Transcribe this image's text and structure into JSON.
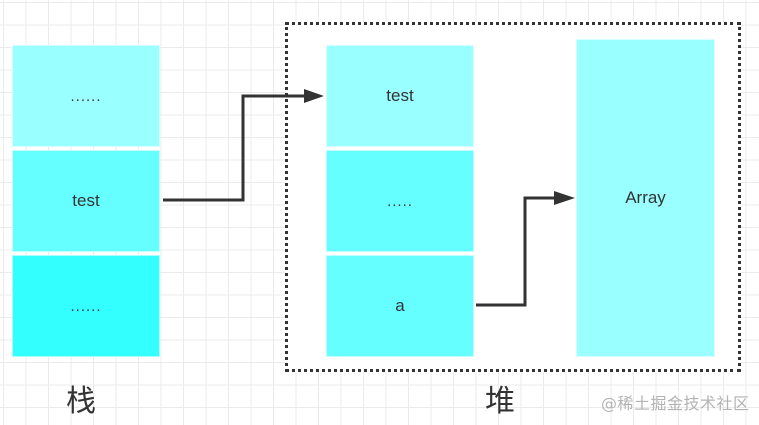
{
  "diagram": {
    "stack": {
      "title": "栈",
      "cells": [
        {
          "label": "......",
          "color": "#99ffff"
        },
        {
          "label": "test",
          "color": "#66ffff"
        },
        {
          "label": "......",
          "color": "#33ffff"
        }
      ]
    },
    "heap": {
      "title": "堆",
      "cells": [
        {
          "label": "test",
          "color": "#99ffff"
        },
        {
          "label": ".....",
          "color": "#66ffff"
        },
        {
          "label": "a",
          "color": "#66ffff"
        }
      ],
      "object": {
        "label": "Array",
        "color": "#99ffff"
      }
    },
    "edges": [
      {
        "from": "stack.test",
        "to": "heap.test"
      },
      {
        "from": "heap.a",
        "to": "heap.Array"
      }
    ],
    "line_color": "#333333",
    "frame_style": "dotted"
  },
  "watermark": "@稀土掘金技术社区"
}
